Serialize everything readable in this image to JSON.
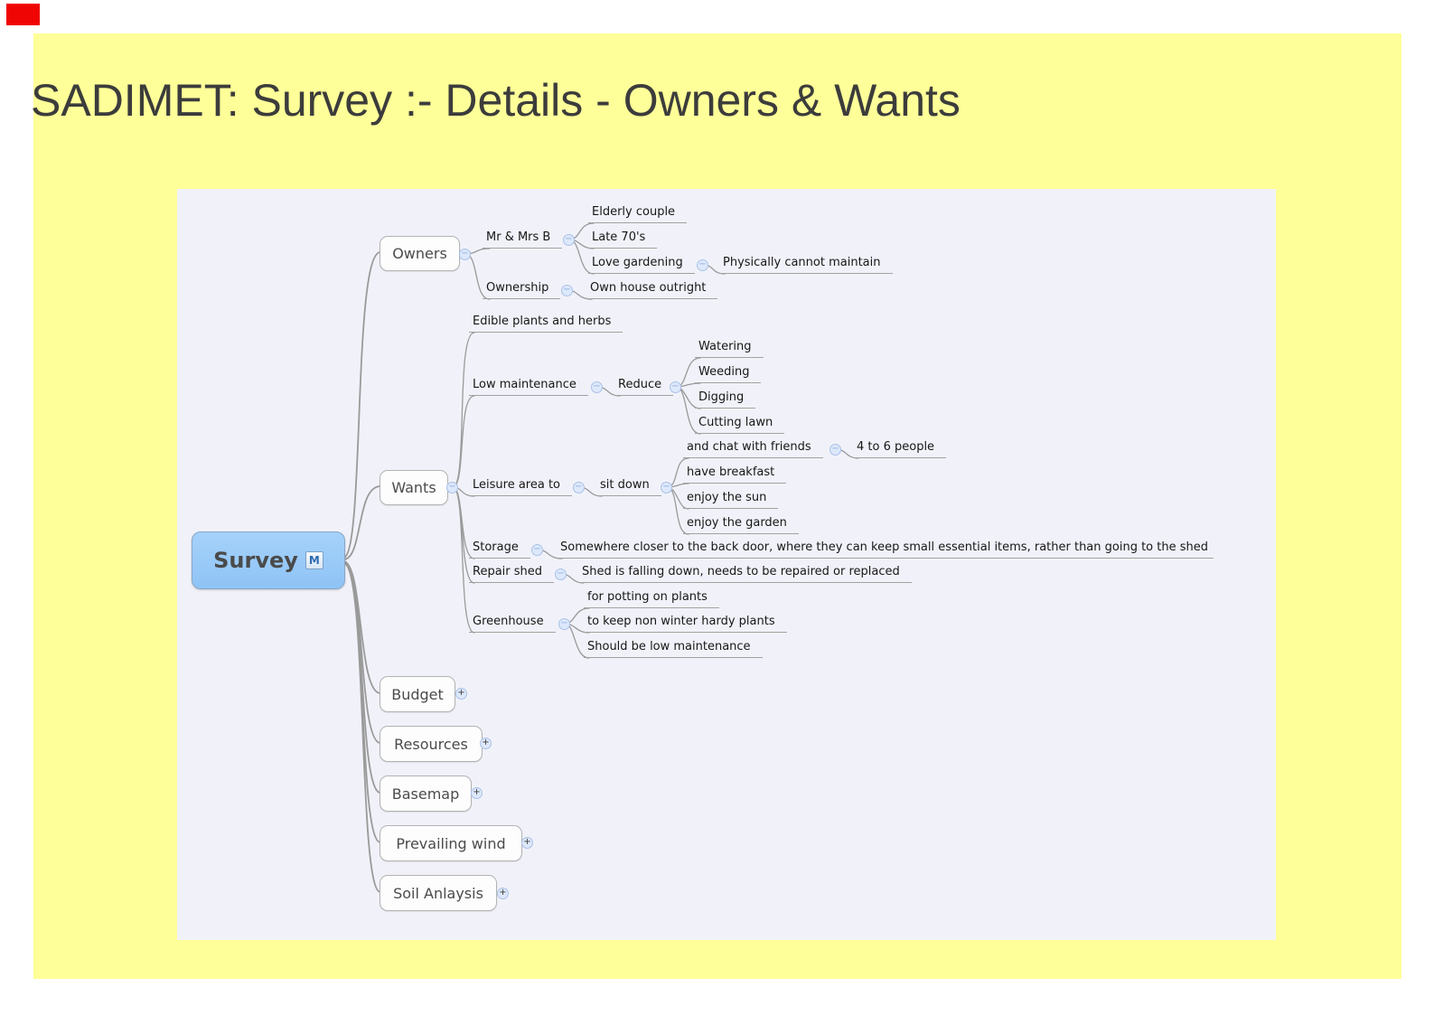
{
  "title": "SADIMET: Survey :- Details - Owners & Wants",
  "colors": {
    "page_margin": "#ffffff",
    "paper_bg": "#ffff99",
    "canvas_bg": "#f1f2f9",
    "root_fill": "#99c9f8",
    "marker_red": "#f00505",
    "edge_gray": "#9a9a9a"
  },
  "icons": {
    "collapse": "minus-circle",
    "expand": "plus-circle",
    "root_badge": "map-m-badge"
  },
  "root": {
    "label": "Survey",
    "badge": "M"
  },
  "nodes": {
    "owners": "Owners",
    "mrmrsb": "Mr & Mrs B",
    "elderly": "Elderly couple",
    "late70s": "Late 70's",
    "lovegardening": "Love gardening",
    "physically": "Physically cannot maintain",
    "ownership": "Ownership",
    "ownhouse": "Own house outright",
    "wants": "Wants",
    "edible": "Edible plants and herbs",
    "lowmaint": "Low maintenance",
    "reduce": "Reduce",
    "watering": "Watering",
    "weeding": "Weeding",
    "digging": "Digging",
    "cutting": "Cutting lawn",
    "leisure": "Leisure area to",
    "sitdown": "sit down",
    "chat": "and chat with friends",
    "people": "4 to 6 people",
    "breakfast": "have breakfast",
    "sun": "enjoy the sun",
    "garden": "enjoy the garden",
    "storage": "Storage",
    "storagedesc": "Somewhere closer to the back door, where they can keep small essential items, rather than going to the shed",
    "repair": "Repair shed",
    "repairdesc": "Shed is falling down, needs to be repaired or replaced",
    "potting": "for potting on plants",
    "greenhouse": "Greenhouse",
    "nonwinter": "to keep non winter hardy plants",
    "shouldlow": "Should be low maintenance",
    "budget": "Budget",
    "resources": "Resources",
    "basemap": "Basemap",
    "wind": "Prevailing wind",
    "soil": "Soil Anlaysis"
  }
}
